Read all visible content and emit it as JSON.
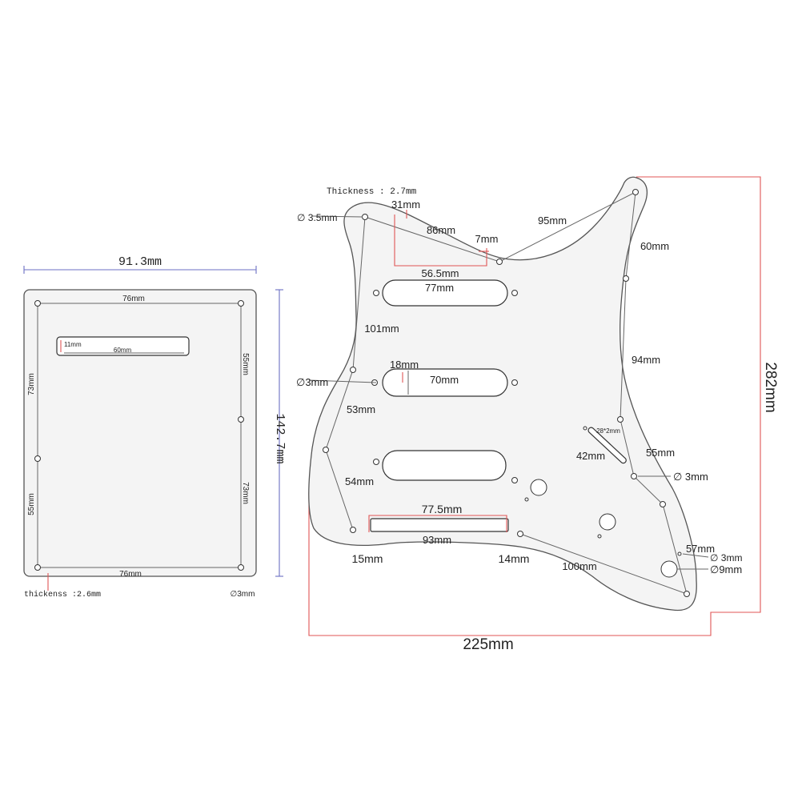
{
  "colors": {
    "plate_fill": "#f4f4f4",
    "outline": "#555555",
    "dimension_red": "#e05555",
    "dimension_blue": "#6b6fc4"
  },
  "back_plate": {
    "width_overall": "91.3mm",
    "height_overall": "142.7mm",
    "top_width": "76mm",
    "bottom_width": "76mm",
    "left_upper": "73mm",
    "left_lower": "55mm",
    "right_upper": "55mm",
    "right_lower": "73mm",
    "slot_height": "11mm",
    "slot_length": "60mm",
    "thickness": "thickenss :2.6mm",
    "hole_diameter": "∅3mm"
  },
  "pickguard": {
    "thickness": "Thickness : 2.7mm",
    "width_overall": "225mm",
    "height_overall": "282mm",
    "hole_35": "∅ 3.5mm",
    "notch_31": "31mm",
    "d86": "86mm",
    "d7": "7mm",
    "d95": "95mm",
    "d60": "60mm",
    "d56_5": "56.5mm",
    "d77": "77mm",
    "d101": "101mm",
    "d94": "94mm",
    "hole_3_left": "∅3mm",
    "d18": "18mm",
    "d70": "70mm",
    "d53": "53mm",
    "d28x2": "28*2mm",
    "d42": "42mm",
    "d55": "55mm",
    "hole_3_right": "∅ 3mm",
    "d54": "54mm",
    "d77_5": "77.5mm",
    "d93": "93mm",
    "d15": "15mm",
    "d14": "14mm",
    "d100": "100mm",
    "d57": "57mm",
    "hole_3_small": "∅ 3mm",
    "hole_9": "∅9mm"
  }
}
